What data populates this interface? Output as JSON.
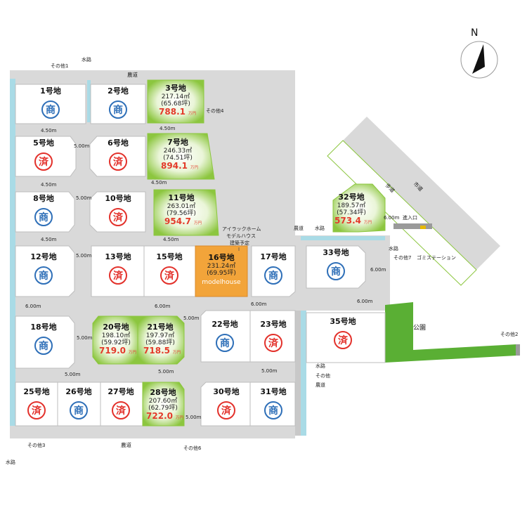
{
  "compass": {
    "label": "N"
  },
  "roads": {
    "nodou_top": "農道",
    "nodou_bottom": "農道",
    "nodou_right": "農道",
    "shido": "市道",
    "hodo": "歩道",
    "suiro_left_top": "水路",
    "suiro_right_top": "水路",
    "suiro_right_mid": "水路",
    "suiro_right_low": "水路",
    "suiro_bottom_left": "水路",
    "entrance": "進入口",
    "gomi": "ゴミステーション",
    "koen": "公園"
  },
  "others": {
    "o1": "その他1",
    "o2": "その他2",
    "o3": "その他3",
    "o4": "その他4",
    "o6": "その他6",
    "o7": "その他7",
    "o_mid": "その他"
  },
  "road_widths": {
    "w450": "4.50m",
    "w500": "5.00m",
    "w600": "6.00m"
  },
  "legend": {
    "sho": "商",
    "sai": "済"
  },
  "model_note": {
    "l1": "アイラックホーム",
    "l2": "モデルハウス",
    "l3": "建築予定"
  },
  "lots": [
    {
      "id": "1",
      "name": "1号地",
      "status": "商"
    },
    {
      "id": "2",
      "name": "2号地",
      "status": "商"
    },
    {
      "id": "3",
      "name": "3号地",
      "area": "217.14㎡",
      "tsubo": "(65.68坪)",
      "price": "788.1",
      "unit": "万円"
    },
    {
      "id": "5",
      "name": "5号地",
      "status": "済"
    },
    {
      "id": "6",
      "name": "6号地",
      "status": "済"
    },
    {
      "id": "7",
      "name": "7号地",
      "area": "246.33㎡",
      "tsubo": "(74.51坪)",
      "price": "894.1",
      "unit": "万円"
    },
    {
      "id": "8",
      "name": "8号地",
      "status": "商"
    },
    {
      "id": "10",
      "name": "10号地",
      "status": "済"
    },
    {
      "id": "11",
      "name": "11号地",
      "area": "263.01㎡",
      "tsubo": "(79.56坪)",
      "price": "954.7",
      "unit": "万円"
    },
    {
      "id": "12",
      "name": "12号地",
      "status": "商"
    },
    {
      "id": "13",
      "name": "13号地",
      "status": "済"
    },
    {
      "id": "15",
      "name": "15号地",
      "status": "済"
    },
    {
      "id": "16",
      "name": "16号地",
      "area": "231.24㎡",
      "tsubo": "(69.95坪)",
      "tag": "modelhouse"
    },
    {
      "id": "17",
      "name": "17号地",
      "status": "商"
    },
    {
      "id": "18",
      "name": "18号地",
      "status": "商"
    },
    {
      "id": "20",
      "name": "20号地",
      "area": "198.10㎡",
      "tsubo": "(59.92坪)",
      "price": "719.0",
      "unit": "万円"
    },
    {
      "id": "21",
      "name": "21号地",
      "area": "197.97㎡",
      "tsubo": "(59.88坪)",
      "price": "718.5",
      "unit": "万円"
    },
    {
      "id": "22",
      "name": "22号地",
      "status": "商"
    },
    {
      "id": "23",
      "name": "23号地",
      "status": "済"
    },
    {
      "id": "25",
      "name": "25号地",
      "status": "済"
    },
    {
      "id": "26",
      "name": "26号地",
      "status": "商"
    },
    {
      "id": "27",
      "name": "27号地",
      "status": "済"
    },
    {
      "id": "28",
      "name": "28号地",
      "area": "207.60㎡",
      "tsubo": "(62.79坪)",
      "price": "722.0",
      "unit": "万円"
    },
    {
      "id": "30",
      "name": "30号地",
      "status": "済"
    },
    {
      "id": "31",
      "name": "31号地",
      "status": "商"
    },
    {
      "id": "32",
      "name": "32号地",
      "area": "189.57㎡",
      "tsubo": "(57.34坪)",
      "price": "573.4",
      "unit": "万円"
    },
    {
      "id": "33",
      "name": "33号地",
      "status": "商"
    },
    {
      "id": "35",
      "name": "35号地",
      "status": "済"
    }
  ],
  "colors": {
    "sho": "#2e6fb8",
    "sai": "#e3312b",
    "green": "#8cc63f",
    "orange": "#f2a43a",
    "road": "#d9d9d9",
    "water": "#a9dbe6",
    "park": "#5aaf34"
  }
}
